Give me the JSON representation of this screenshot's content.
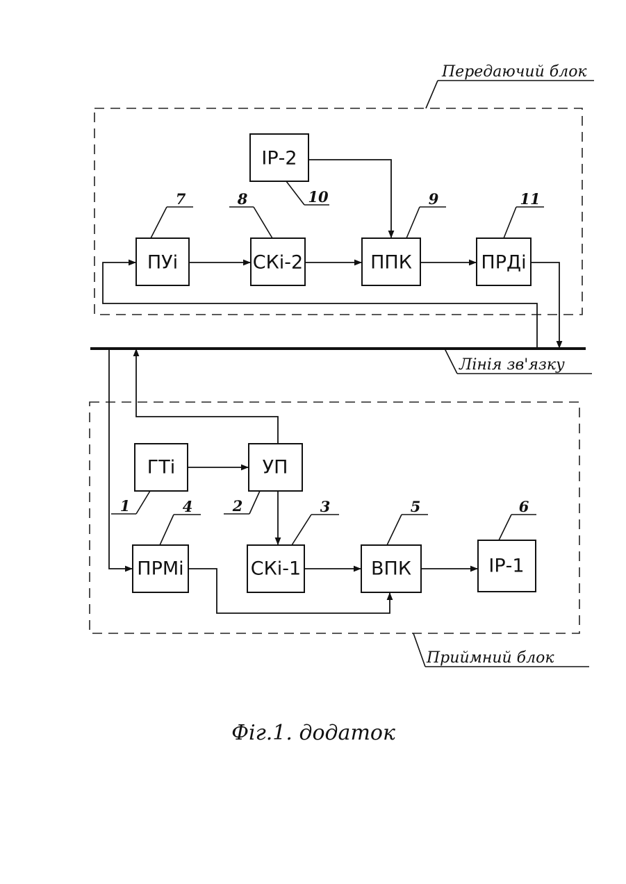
{
  "transmitter": {
    "caption": "Передаючий блок",
    "blocks": {
      "pui": {
        "label": "ПУі",
        "number": "7"
      },
      "ski2": {
        "label": "СКі-2",
        "number": "8"
      },
      "ppk": {
        "label": "ППК",
        "number": "9"
      },
      "ir2": {
        "label": "ІР-2",
        "number": "10"
      },
      "prdi": {
        "label": "ПРДі",
        "number": "11"
      }
    }
  },
  "line": {
    "caption": "Лінія зв'язку"
  },
  "receiver": {
    "caption": "Приймний блок",
    "blocks": {
      "gti": {
        "label": "ГТі",
        "number": "1"
      },
      "up": {
        "label": "УП",
        "number": "2"
      },
      "ski1": {
        "label": "СКі-1",
        "number": "3"
      },
      "prmi": {
        "label": "ПРМі",
        "number": "4"
      },
      "vpk": {
        "label": "ВПК",
        "number": "5"
      },
      "ir1": {
        "label": "ІР-1",
        "number": "6"
      }
    }
  },
  "figure_caption": "Фіг.1. додаток",
  "colors": {
    "ink": "#111111",
    "paper": "#ffffff"
  }
}
